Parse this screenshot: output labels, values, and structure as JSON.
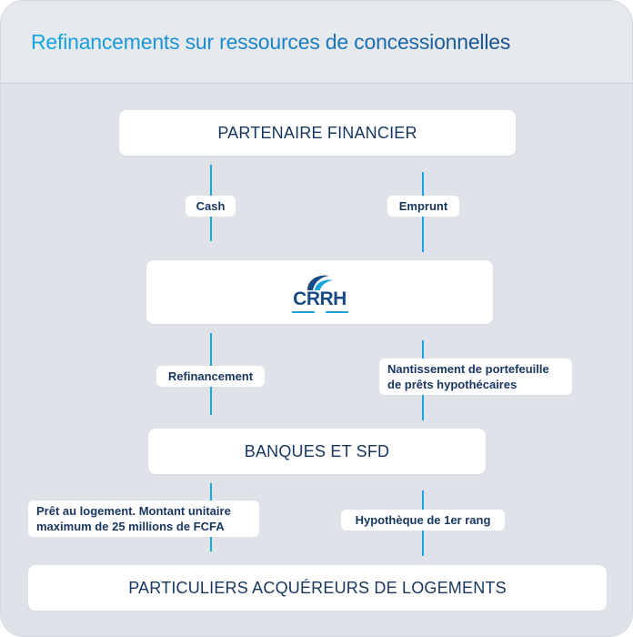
{
  "title": "Refinancements sur ressources de concessionnelles",
  "nodes": {
    "partenaire": "PARTENAIRE FINANCIER",
    "crrh": "CRRH",
    "banques": "BANQUES ET SFD",
    "particuliers": "PARTICULIERS ACQUÉREURS DE LOGEMENTS"
  },
  "flows": {
    "cash": "Cash",
    "emprunt": "Emprunt",
    "refinancement": "Refinancement",
    "nantissement_line1": "Nantissement de portefeuille",
    "nantissement_line2": "de prêts hypothécaires",
    "pret_line1": "Prêt au logement. Montant unitaire",
    "pret_line2": "maximum de 25 millions de FCFA",
    "hypotheque": "Hypothèque de 1er rang"
  },
  "colors": {
    "connector": "#1aa6dd",
    "arrow": "#1a3d6b",
    "node_text": "#16365f",
    "title_start": "#16a7e0",
    "title_end": "#1a4f8a"
  },
  "icons": {
    "logo": "crrh-logo-icon",
    "arrow_down": "arrow-down-icon",
    "arrow_up": "arrow-up-icon"
  }
}
